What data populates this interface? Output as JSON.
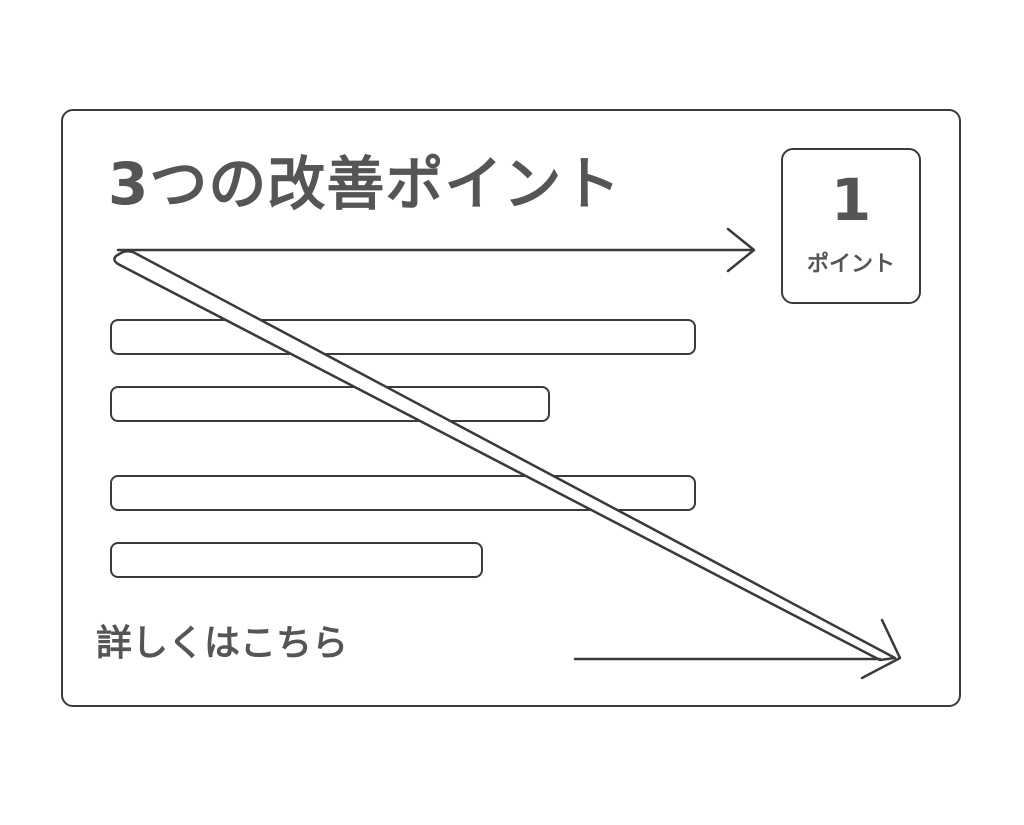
{
  "title": "3つの改善ポイント",
  "badge": {
    "number": "1",
    "label": "ポイント"
  },
  "link": {
    "label": "詳しくはこちら"
  },
  "content_bars": [
    {
      "relative_length": 1.0
    },
    {
      "relative_length": 0.75
    },
    {
      "relative_length": 1.0
    },
    {
      "relative_length": 0.64
    }
  ],
  "colors": {
    "stroke": "#3a3a3a",
    "text": "#555555",
    "background": "#ffffff"
  },
  "icons": [
    "arrow-right-icon",
    "diagonal-arrow-icon"
  ]
}
